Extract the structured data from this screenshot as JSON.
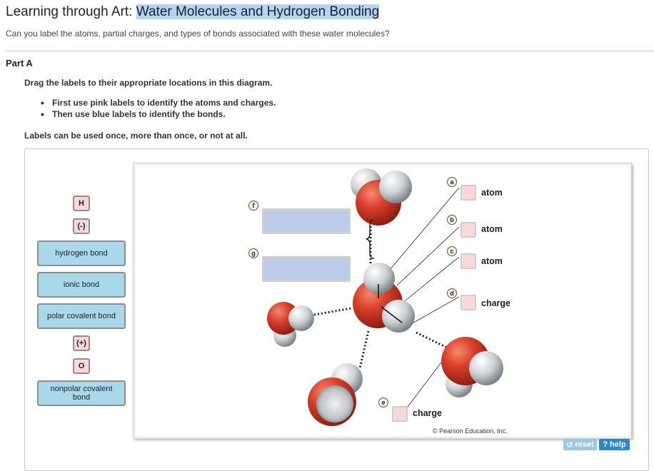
{
  "header": {
    "title_prefix": "Learning through Art:",
    "title_highlight": "Water Molecules and Hydrogen Bonding",
    "subtitle": "Can you label the atoms, partial charges, and types of bonds associated with these water molecules?"
  },
  "part": {
    "label": "Part A",
    "instruction": "Drag the labels to their appropriate locations in this diagram.",
    "bullets": [
      "First use pink labels to identify the atoms and charges.",
      "Then use blue labels to identify the bonds."
    ],
    "note": "Labels can be used once, more than once, or not at all."
  },
  "labels": {
    "pink": [
      "H",
      "(-)",
      "(+)",
      "O"
    ],
    "blue": [
      "hydrogen bond",
      "ionic bond",
      "polar covalent bond",
      "nonpolar covalent bond"
    ]
  },
  "diagram": {
    "letters": [
      "a",
      "b",
      "c",
      "d",
      "e",
      "f",
      "g"
    ],
    "target_labels": {
      "a": "atom",
      "b": "atom",
      "c": "atom",
      "d": "charge",
      "e": "charge"
    },
    "copyright": "© Pearson Education, Inc.",
    "colors": {
      "oxygen": "#d9402c",
      "hydrogen": "#d8dde0",
      "pink_label": "#fbd7da",
      "blue_label": "#a8d8ea",
      "blue_target": "#bccbe8"
    }
  },
  "controls": {
    "reset": "reset",
    "help": "help",
    "reset_icon": "reset-arrow-icon",
    "help_icon": "question-icon"
  }
}
